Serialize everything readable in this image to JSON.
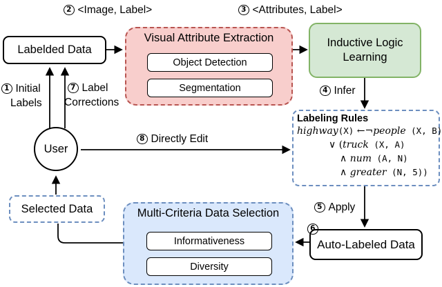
{
  "colors": {
    "ink": "#000000",
    "red-fill": "#f8cecc",
    "red-stroke": "#b85450",
    "green-fill": "#d5e8d4",
    "green-stroke": "#82b366",
    "blue-fill": "#dae8fc",
    "blue-stroke": "#6c8ebf"
  },
  "nodes": {
    "labeled_data": {
      "label": "Labelded Data"
    },
    "visual_attribute_extraction": {
      "title": "Visual Attribute Extraction",
      "items": [
        "Object Detection",
        "Segmentation"
      ]
    },
    "inductive_logic_learning": {
      "line1": "Inductive Logic",
      "line2": "Learning"
    },
    "labeling_rules": {
      "title": "Labeling Rules",
      "formula": [
        [
          {
            "i": "highway"
          },
          {
            "m": "(X)"
          },
          {
            "p": " ←¬"
          },
          {
            "i": "people"
          },
          {
            "m": " (X, B)"
          }
        ],
        [
          {
            "p": "∨ ("
          },
          {
            "i": "truck"
          },
          {
            "m": " (X, A)"
          }
        ],
        [
          {
            "p": "∧ "
          },
          {
            "i": "num"
          },
          {
            "m": " (A, N)"
          }
        ],
        [
          {
            "p": "∧ "
          },
          {
            "i": "greater"
          },
          {
            "m": " (N, 5))"
          }
        ]
      ]
    },
    "user": {
      "label": "User"
    },
    "selected_data": {
      "label": "Selected Data"
    },
    "multi_criteria_selection": {
      "title": "Multi-Criteria Data Selection",
      "items": [
        "Informativeness",
        "Diversity"
      ]
    },
    "auto_labeled_data": {
      "label": "Auto-Labeled Data"
    }
  },
  "edges": {
    "initial_labels": {
      "num": "1",
      "line1": "Initial",
      "line2": "Labels"
    },
    "image_label": {
      "num": "2",
      "label": "<Image, Label>"
    },
    "attributes_label": {
      "num": "3",
      "label": "<Attributes, Label>"
    },
    "infer": {
      "num": "4",
      "label": "Infer"
    },
    "apply": {
      "num": "5",
      "label": "Apply"
    },
    "select": {
      "num": "6"
    },
    "label_corrections": {
      "num": "7",
      "line1": "Label",
      "line2": "Corrections"
    },
    "directly_edit": {
      "num": "8",
      "label": "Directly Edit"
    }
  }
}
